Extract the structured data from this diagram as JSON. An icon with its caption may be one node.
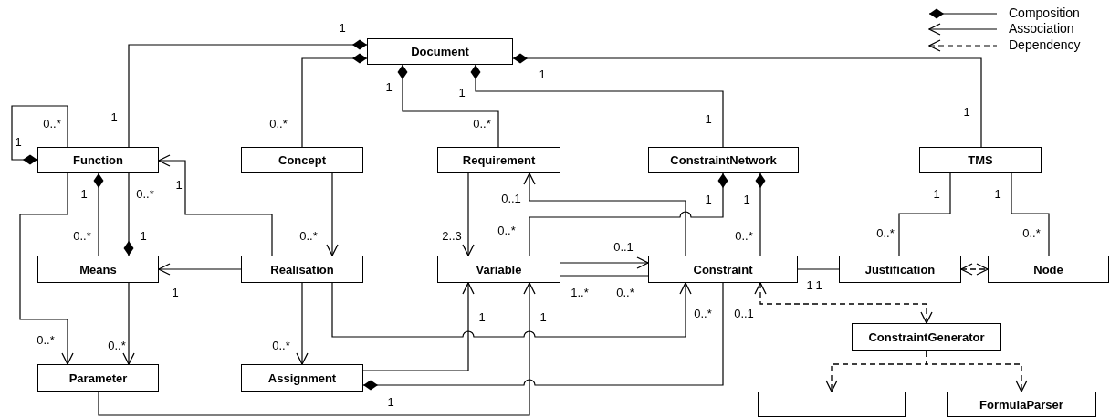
{
  "diagram": {
    "nodes": [
      {
        "text": [
          "Document"
        ]
      },
      {
        "text": [
          "Function"
        ]
      },
      {
        "text": [
          "Concept"
        ]
      },
      {
        "text": [
          "Requirement"
        ]
      },
      {
        "text": [
          "ConstraintNetwork"
        ]
      },
      {
        "text": [
          "TMS"
        ]
      },
      {
        "text": [
          "Means"
        ]
      },
      {
        "text": [
          "Realisation"
        ]
      },
      {
        "text": [
          "Variable"
        ]
      },
      {
        "text": [
          "Constraint"
        ]
      },
      {
        "text": [
          "Justification"
        ]
      },
      {
        "text": [
          "Node"
        ]
      },
      {
        "text": [
          "Parameter"
        ]
      },
      {
        "text": [
          "Assignment"
        ]
      },
      {
        "text": [
          "ConstraintGenerator"
        ]
      },
      {
        "text": [],
        "shape": "box"
      },
      {
        "text": [
          "FormulaParser"
        ]
      }
    ],
    "edges": [
      {
        "from": 0,
        "to": 1,
        "arrow": "other"
      },
      {
        "from": 0,
        "to": 2,
        "arrow": "other"
      },
      {
        "from": 0,
        "to": 3,
        "arrow": "other"
      },
      {
        "from": 0,
        "to": 4,
        "arrow": "other"
      },
      {
        "from": 0,
        "to": 5,
        "arrow": "other"
      },
      {
        "from": 1,
        "to": 1,
        "arrow": "other"
      },
      {
        "from": 1,
        "to": 6,
        "arrow": "other"
      },
      {
        "from": 6,
        "to": 1,
        "arrow": "other"
      },
      {
        "from": 7,
        "to": 1,
        "arrow": "to"
      },
      {
        "from": 1,
        "to": 12,
        "arrow": "to"
      },
      {
        "from": 2,
        "to": 7,
        "arrow": "to"
      },
      {
        "from": 7,
        "to": 6,
        "arrow": "to"
      },
      {
        "from": 6,
        "to": 12,
        "arrow": "to"
      },
      {
        "from": 7,
        "to": 13,
        "arrow": "to"
      },
      {
        "from": 3,
        "to": 8,
        "arrow": "to"
      },
      {
        "from": 9,
        "to": 3,
        "arrow": "to"
      },
      {
        "from": 4,
        "to": 8,
        "arrow": "other"
      },
      {
        "from": 4,
        "to": 9,
        "arrow": "other"
      },
      {
        "from": 8,
        "to": 9,
        "arrow": "to"
      },
      {
        "from": 8,
        "to": 9,
        "arrow": "none"
      },
      {
        "from": 7,
        "to": 9,
        "arrow": "to"
      },
      {
        "from": 13,
        "to": 8,
        "arrow": "to"
      },
      {
        "from": 12,
        "to": 8,
        "arrow": "to"
      },
      {
        "from": 13,
        "to": 9,
        "arrow": "other"
      },
      {
        "from": 9,
        "to": 10,
        "arrow": "none"
      },
      {
        "from": 5,
        "to": 10,
        "arrow": "none"
      },
      {
        "from": 5,
        "to": 11,
        "arrow": "none"
      },
      {
        "from": 10,
        "to": 11,
        "arrow": "both",
        "style": "dashed"
      },
      {
        "from": 9,
        "to": 14,
        "arrow": "both",
        "style": "dashed"
      },
      {
        "from": 14,
        "to": 15,
        "arrow": "to",
        "style": "dashed"
      },
      {
        "from": 14,
        "to": 16,
        "arrow": "to",
        "style": "dashed"
      }
    ],
    "labels": [
      "1",
      "1",
      "1",
      "1",
      "1",
      "0..*",
      "0..*",
      "0..*",
      "1",
      "1",
      "1",
      "1",
      "0..*",
      "1",
      "0..1",
      "1",
      "1",
      "1",
      "1",
      "0..*",
      "1",
      "0..*",
      "2..3",
      "0..*",
      "0..*",
      "0..*",
      "0..*",
      "0..1",
      "1",
      "1..*",
      "0..*",
      "1",
      "1",
      "1",
      "1",
      "0..*",
      "0..1",
      "0..*",
      "0..*",
      "0..*",
      "1"
    ],
    "legend": [
      {
        "text": "Composition"
      },
      {
        "text": "Association"
      },
      {
        "text": "Dependency"
      }
    ]
  }
}
